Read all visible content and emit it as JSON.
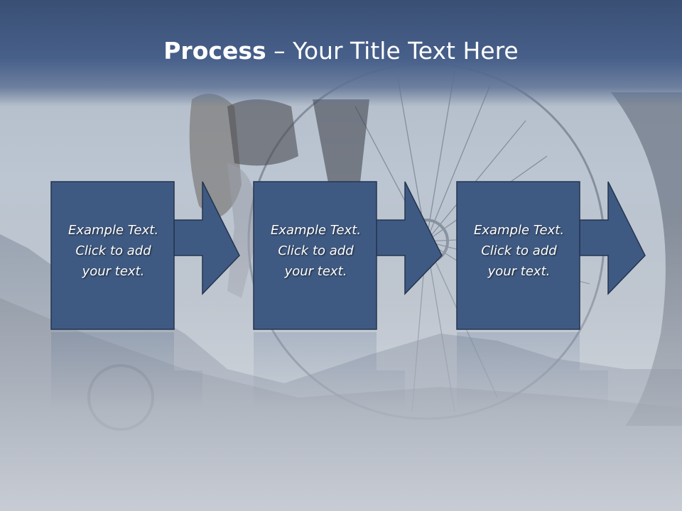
{
  "title": {
    "bold": "Process",
    "rest": " – Your Title Text Here"
  },
  "steps": [
    {
      "lines": [
        "Example Text.",
        "Click  to add",
        "your text."
      ]
    },
    {
      "lines": [
        "Example Text.",
        "Click  to add",
        "your text."
      ]
    },
    {
      "lines": [
        "Example Text.",
        "Click  to add",
        "your text."
      ]
    }
  ],
  "colors": {
    "title_bar": "#47608a",
    "box_fill": "#3f5a82",
    "box_border": "#24344f",
    "background": "#c4ccd6"
  }
}
